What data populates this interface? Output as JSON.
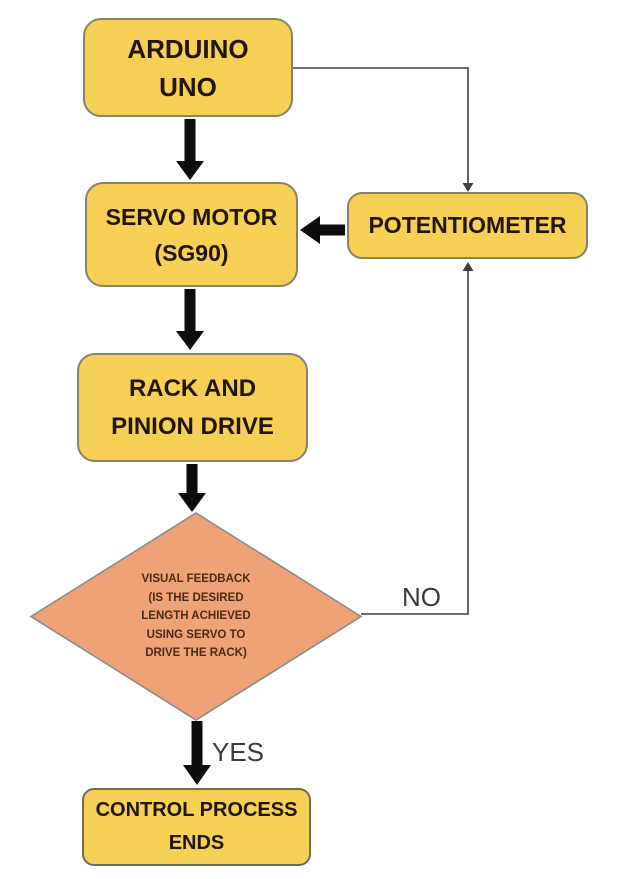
{
  "diagram": {
    "type": "flowchart",
    "nodes": {
      "arduino": {
        "label": "ARDUINO\nUNO",
        "shape": "rounded-rect"
      },
      "servo": {
        "label": "SERVO MOTOR\n(SG90)",
        "shape": "rounded-rect"
      },
      "potentiometer": {
        "label": "POTENTIOMETER",
        "shape": "rounded-rect"
      },
      "rack": {
        "label": "RACK AND\nPINION DRIVE",
        "shape": "rounded-rect"
      },
      "decision": {
        "label": "VISUAL FEEDBACK\n(IS THE DESIRED\nLENGTH ACHIEVED\nUSING SERVO TO\nDRIVE THE RACK)",
        "shape": "diamond"
      },
      "end": {
        "label": "CONTROL PROCESS\nENDS",
        "shape": "rounded-rect"
      }
    },
    "edge_labels": {
      "no": "NO",
      "yes": "YES"
    },
    "edges": [
      {
        "from": "ARDUINO UNO",
        "to": "SERVO MOTOR (SG90)",
        "style": "thick-arrow",
        "label": ""
      },
      {
        "from": "ARDUINO UNO",
        "to": "POTENTIOMETER",
        "style": "thin-arrow",
        "label": ""
      },
      {
        "from": "POTENTIOMETER",
        "to": "SERVO MOTOR (SG90)",
        "style": "thick-arrow",
        "label": ""
      },
      {
        "from": "SERVO MOTOR (SG90)",
        "to": "RACK AND PINION DRIVE",
        "style": "thick-arrow",
        "label": ""
      },
      {
        "from": "RACK AND PINION DRIVE",
        "to": "VISUAL FEEDBACK",
        "style": "thick-arrow",
        "label": ""
      },
      {
        "from": "VISUAL FEEDBACK",
        "to": "POTENTIOMETER",
        "style": "thin-arrow",
        "label": "NO"
      },
      {
        "from": "VISUAL FEEDBACK",
        "to": "CONTROL PROCESS ENDS",
        "style": "thick-arrow",
        "label": "YES"
      }
    ],
    "colors": {
      "background": "#FFFFFF",
      "process_fill": "#F6CF55",
      "process_border": "#85856B",
      "decision_fill": "#F0A277",
      "decision_border": "#8C8C8C",
      "thick_arrow": "#0D0D0D",
      "thin_line": "#3F3F3F",
      "box_text": "#221505",
      "decision_text": "#4A2B15",
      "edge_label_text": "#3A3A3A"
    }
  }
}
